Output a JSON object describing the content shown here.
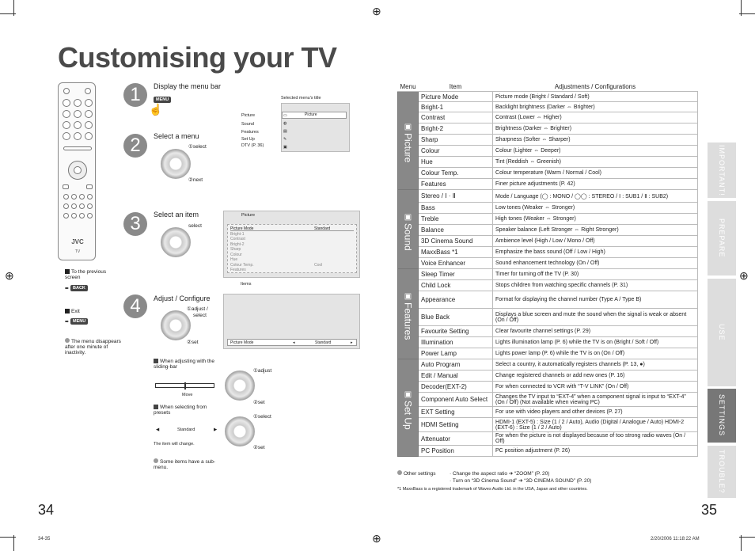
{
  "title": "Customising your TV",
  "steps": {
    "s1": {
      "num": "1",
      "label": "Display the menu bar",
      "screen_title_note": "Selected menu's title",
      "menu_title": "Picture",
      "items": [
        "Picture",
        "Sound",
        "Features",
        "Set Up",
        "DTV (P. 36)"
      ],
      "menu_key": "MENU"
    },
    "s2": {
      "num": "2",
      "label": "Select a menu",
      "select": "①select",
      "next": "②next"
    },
    "s3": {
      "num": "3",
      "label": "Select an item",
      "select": "select",
      "title": "Picture",
      "rows": [
        {
          "name": "Picture Mode",
          "value": "Standard"
        },
        {
          "name": "Bright-1",
          "value": ""
        },
        {
          "name": "Contrast",
          "value": ""
        },
        {
          "name": "Bright-2",
          "value": ""
        },
        {
          "name": "Sharp",
          "value": ""
        },
        {
          "name": "Colour",
          "value": ""
        },
        {
          "name": "Hue",
          "value": ""
        },
        {
          "name": "Colour Temp.",
          "value": "Cool"
        },
        {
          "name": "Features",
          "value": ""
        }
      ],
      "items_caption": "Items"
    },
    "s4": {
      "num": "4",
      "label": "Adjust / Configure",
      "adj1": "①adjust /",
      "adj2": "select",
      "set": "②set",
      "row_name": "Picture Mode",
      "row_value": "Standard"
    }
  },
  "left_notes": {
    "prev_screen": "To the previous screen",
    "back_key": "BACK",
    "exit": "Exit",
    "exit_key": "MENU",
    "disappears": "The menu disappears after one minute of inactivity.",
    "remote_brand": "JVC",
    "remote_tv": "TV"
  },
  "sliding": {
    "label": "When adjusting with the sliding-bar",
    "move": "Move",
    "adjust": "①adjust",
    "set": "②set"
  },
  "presets": {
    "label": "When selecting from presets",
    "value": "Standard",
    "change_note": "The item will change.",
    "select": "①select",
    "set": "②set"
  },
  "some_items": "Some items have a sub-menu.",
  "table": {
    "headers": [
      "Menu",
      "Item",
      "Adjustments / Configurations"
    ],
    "groups": [
      {
        "name": "Picture",
        "rows": [
          [
            "Picture Mode",
            "Picture mode (Bright / Standard / Soft)"
          ],
          [
            "Bright-1",
            "Backlight brightness (Darker ⇔ Brighter)"
          ],
          [
            "Contrast",
            "Contrast (Lower ⇔ Higher)"
          ],
          [
            "Bright-2",
            "Brightness (Darker ⇔ Brighter)"
          ],
          [
            "Sharp",
            "Sharpness (Softer ⇔ Sharper)"
          ],
          [
            "Colour",
            "Colour (Lighter ⇔ Deeper)"
          ],
          [
            "Hue",
            "Tint (Reddish ⇔ Greenish)"
          ],
          [
            "Colour Temp.",
            "Colour temperature (Warm / Normal / Cool)"
          ],
          [
            "Features",
            "Finer picture adjustments (P. 42)"
          ]
        ]
      },
      {
        "name": "Sound",
        "rows": [
          [
            "Stereo / Ⅰ · Ⅱ",
            "Mode / Language (◯ : MONO / ◯◯ : STEREO / Ⅰ : SUB1 / Ⅱ : SUB2)"
          ],
          [
            "Bass",
            "Low tones (Weaker ⇔ Stronger)"
          ],
          [
            "Treble",
            "High tones (Weaker ⇔ Stronger)"
          ],
          [
            "Balance",
            "Speaker balance (Left Stronger ⇔ Right Stronger)"
          ],
          [
            "3D Cinema Sound",
            "Ambience level (High / Low / Mono / Off)"
          ],
          [
            "MaxxBass *1",
            "Emphasize the bass sound (Off / Low / High)"
          ],
          [
            "Voice Enhancer",
            "Sound enhancement technology (On / Off)"
          ]
        ]
      },
      {
        "name": "Features",
        "rows": [
          [
            "Sleep Timer",
            "Timer for turning off the TV (P. 30)"
          ],
          [
            "Child Lock",
            "Stops children from watching specific channels (P. 31)"
          ],
          [
            "Appearance",
            "Format for displaying the channel number (Type A / Type B)"
          ],
          [
            "Blue Back",
            "Displays a blue screen and mute the sound when the signal is weak or absent (On / Off)"
          ],
          [
            "Favourite Setting",
            "Clear favourite channel settings (P. 29)"
          ],
          [
            "Illumination",
            "Lights illumination lamp (P. 6) while the TV is on (Bright / Soft / Off)"
          ],
          [
            "Power Lamp",
            "Lights power lamp (P. 6) while the TV is on (On / Off)"
          ]
        ]
      },
      {
        "name": "Set Up",
        "rows": [
          [
            "Auto Program",
            "Select a country, it automatically registers channels (P. 13, ●)"
          ],
          [
            "Edit / Manual",
            "Change registered channels or add new ones (P. 16)"
          ],
          [
            "Decoder(EXT-2)",
            "For when connected to VCR with “T-V LINK” (On / Off)"
          ],
          [
            "Component Auto Select",
            "Changes the TV input to “EXT-4” when a component signal is input to “EXT-4” (On / Off) (Not available when viewing PC)"
          ],
          [
            "EXT Setting",
            "For use with video players and other devices (P. 27)"
          ],
          [
            "HDMI Setting",
            "HDMI-1 (EXT-5) : Size (1 / 2 / Auto), Audio (Digital / Analogue / Auto) HDMI-2 (EXT-6) : Size (1 / 2 / Auto)"
          ],
          [
            "Attenuator",
            "For when the picture is not displayed because of too strong radio waves (On / Off)"
          ],
          [
            "PC Position",
            "PC position adjustment (P. 26)"
          ]
        ]
      }
    ]
  },
  "other": {
    "label": "Other settings",
    "line1": "· Change the aspect ratio ➔ “ZOOM” (P. 20)",
    "line2": "· Turn on “3D Cinema Sound” ➔ “3D CINEMA SOUND” (P. 20)",
    "footnote": "*1  MaxxBass is a registered trademark of Waves Audio Ltd. in the USA, Japan and other countries."
  },
  "tabs": [
    "IMPORTANT!",
    "PREPARE",
    "USE",
    "SETTINGS",
    "TROUBLE?"
  ],
  "active_tab": "SETTINGS",
  "page_left": "34",
  "page_right": "35",
  "foot_left": "34-35",
  "foot_right": "2/20/2006   11:18:22 AM",
  "colors": {
    "category_bg": "#888888",
    "tab_active": "#777777",
    "tab_inactive": "#dddddd",
    "step_circle": "#8a8a8a"
  }
}
